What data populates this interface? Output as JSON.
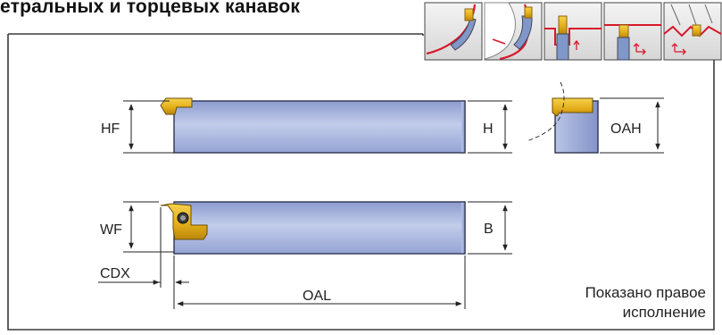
{
  "heading": "етральных и торцевых канавок",
  "dimension_labels": {
    "HF": "HF",
    "H": "H",
    "OAH": "OAH",
    "WF": "WF",
    "B": "B",
    "CDX": "CDX",
    "OAL": "OAL"
  },
  "note": {
    "line1": "Показано правое",
    "line2": "исполнение"
  },
  "colors": {
    "shank_light": "#b3c0e2",
    "shank_dark": "#7f8ec4",
    "insert_gold": "#e9b620",
    "insert_dark": "#a87a0a",
    "frame": "#3a3a3a",
    "highlight_red": "#d8182a",
    "tool_blue": "#7f97c9"
  },
  "application_icons": [
    "face-groove-external-icon",
    "face-groove-internal-icon",
    "radial-groove-icon",
    "radial-turning-icon",
    "profiling-icon"
  ]
}
